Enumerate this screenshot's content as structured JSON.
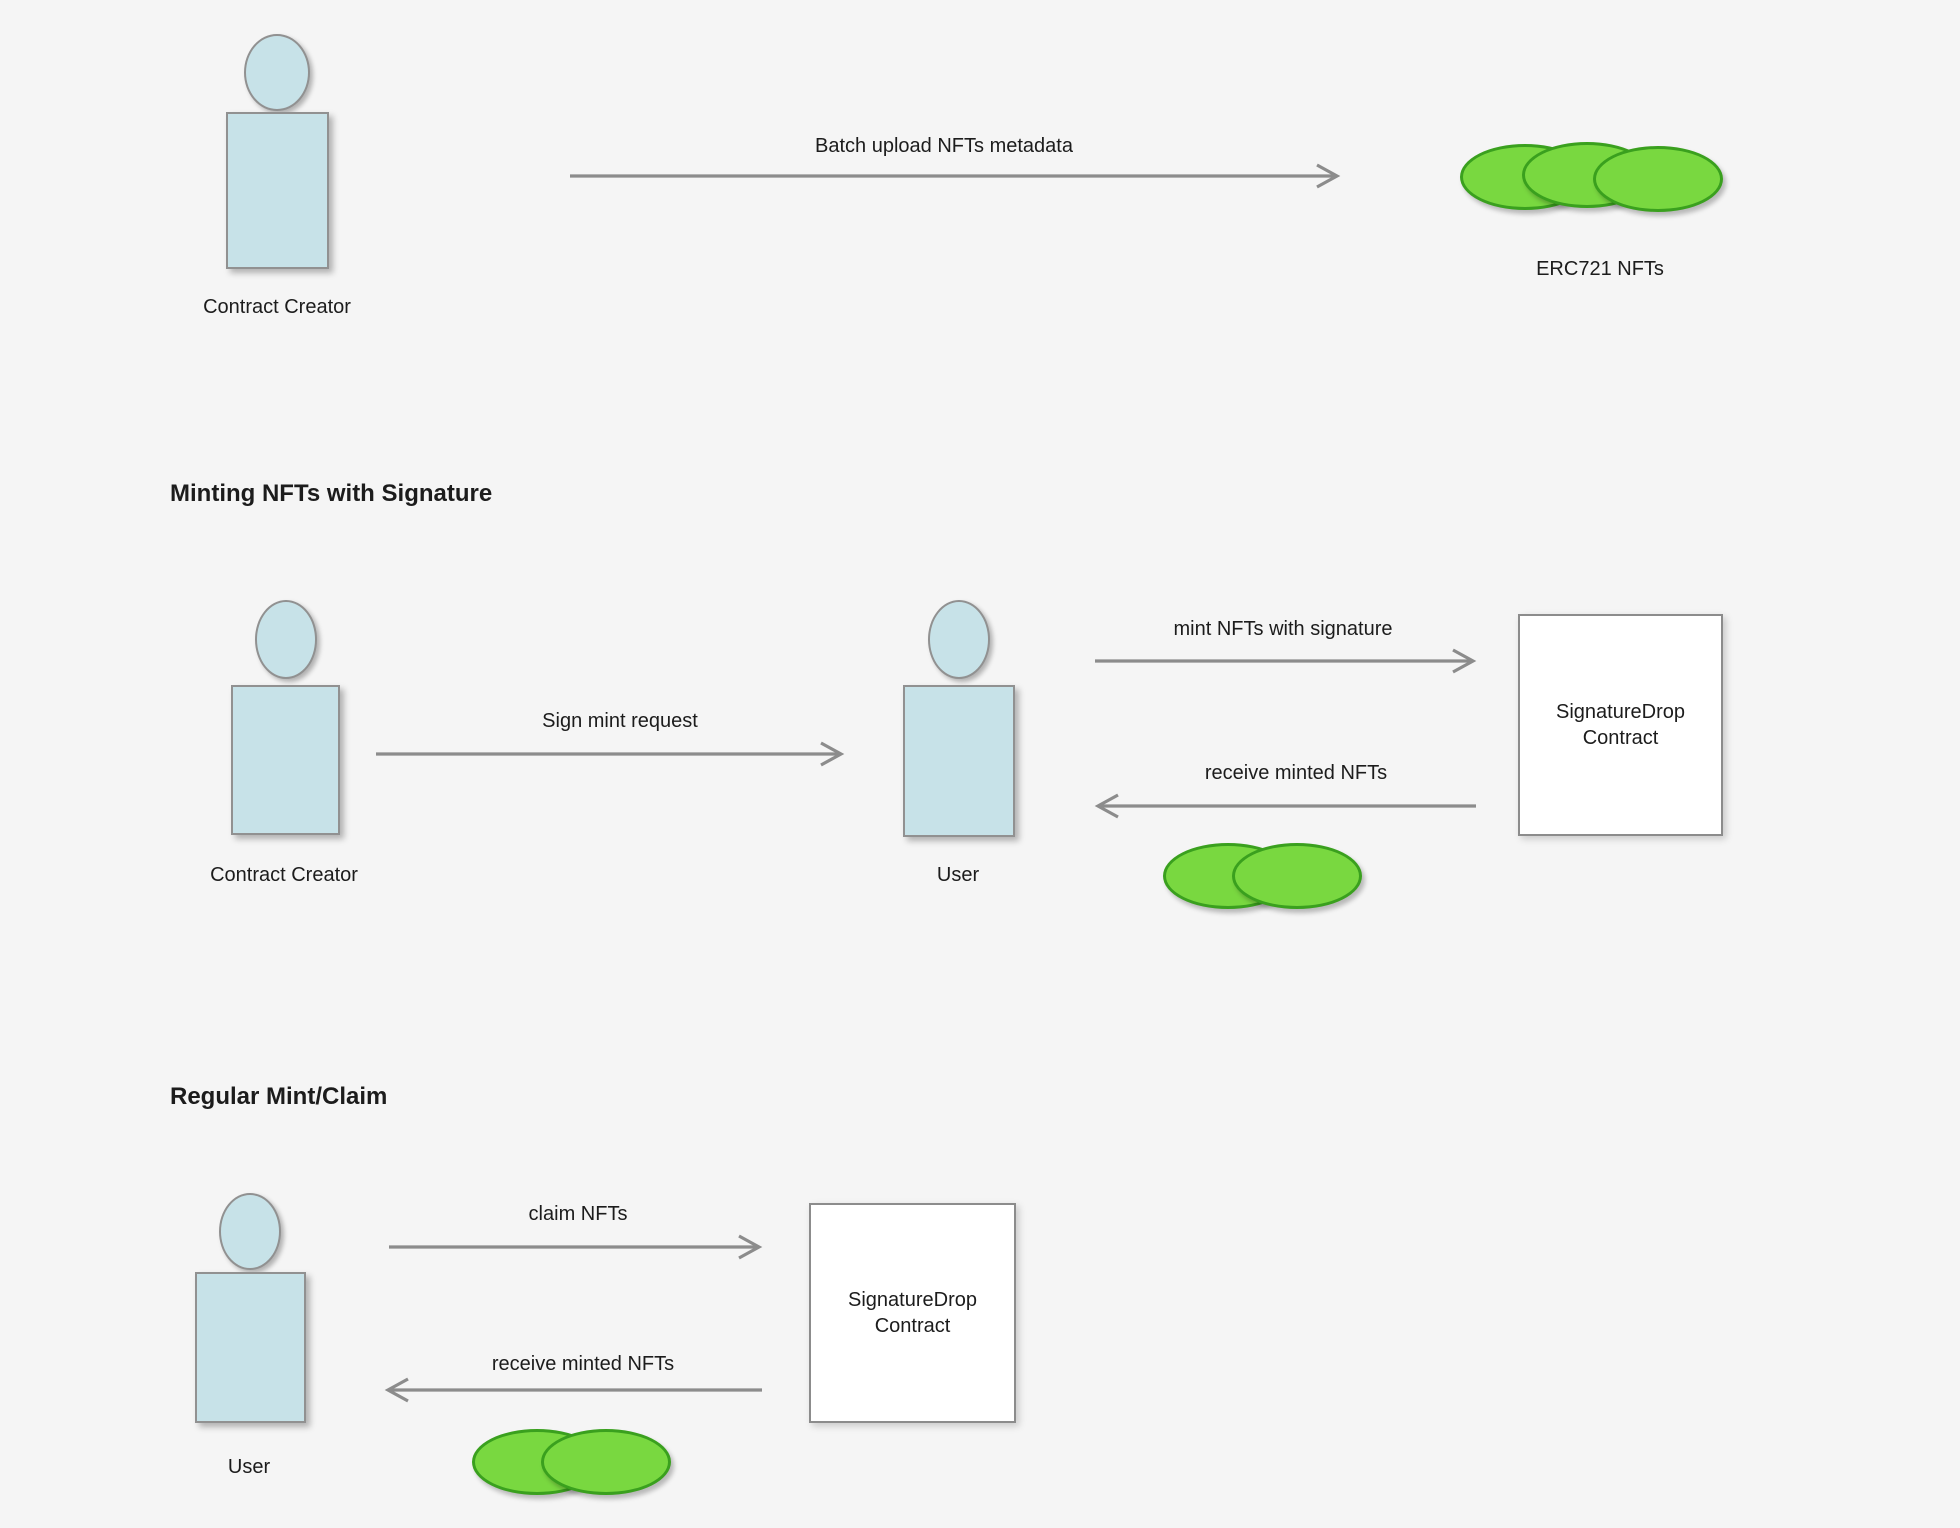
{
  "colors": {
    "canvas_bg": "#f5f5f5",
    "actor_fill": "#c7e2e8",
    "actor_border": "#919191",
    "nft_fill": "#79d840",
    "nft_border": "#3aa01e",
    "arrow": "#8c8c8c",
    "contract_fill": "#ffffff",
    "contract_border": "#8c8c8c",
    "text": "#1c1c1c"
  },
  "batch_upload": {
    "creator_label": "Contract Creator",
    "arrow_label": "Batch upload NFTs metadata",
    "nfts_label": "ERC721 NFTs"
  },
  "signature_mint": {
    "title": "Minting NFTs with Signature",
    "creator_label": "Contract Creator",
    "sign_arrow_label": "Sign mint request",
    "user_label": "User",
    "mint_arrow_label": "mint NFTs with signature",
    "receive_arrow_label": "receive minted NFTs",
    "contract_label": "SignatureDrop\nContract"
  },
  "regular_mint": {
    "title": "Regular Mint/Claim",
    "user_label": "User",
    "claim_arrow_label": "claim NFTs",
    "receive_arrow_label": "receive minted NFTs",
    "contract_label": "SignatureDrop\nContract"
  }
}
